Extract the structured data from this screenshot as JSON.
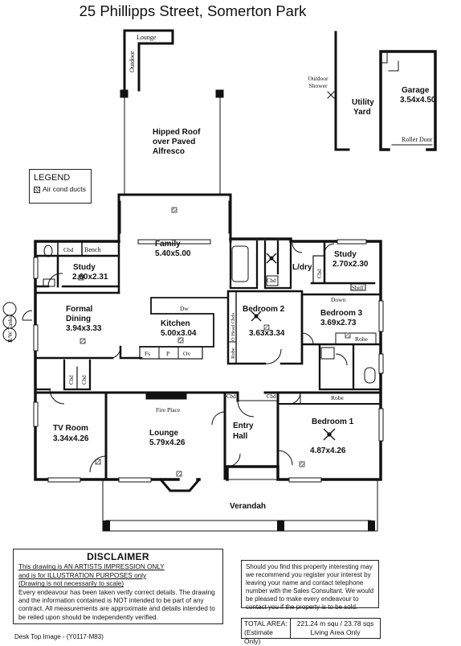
{
  "title": "25 Phillipps Street, Somerton Park",
  "legend": {
    "title": "LEGEND",
    "item": "Air cond ducts"
  },
  "rooms": {
    "lounge_out": "Lounge",
    "outdoor": "Outdoor",
    "alfresco": [
      "Hipped Roof",
      "over Paved",
      "Alfresco"
    ],
    "outdoor_shower": [
      "Outdoor",
      "Shower"
    ],
    "utility": [
      "Utility",
      "Yard"
    ],
    "garage": "Garage",
    "garage_dim": "3.54x4.50",
    "roller_door": "Roller Door",
    "family": "Family",
    "family_dim": "5.40x5.00",
    "study1": "Study",
    "study1_dim": "2.60x2.31",
    "bench": "Bench",
    "cbd": "Cbd",
    "formal_dining": [
      "Formal",
      "Dining"
    ],
    "formal_dim": "3.94x3.33",
    "kitchen": "Kitchen",
    "kitchen_dim": "5.00x3.04",
    "dw": "Dw",
    "fs": "Fs",
    "p": "P",
    "ov": "Ov",
    "bedroom2": "Bedroom 2",
    "bedroom2_dim": "3.63x3.34",
    "hcbds": "O Head Cbds",
    "robe": "Robe",
    "ldry": "L/dry",
    "study2": "Study",
    "study2_dim": "2.70x2.30",
    "down": "Down",
    "shelf": "Shelf",
    "bedroom3": "Bedroom 3",
    "bedroom3_dim": "3.69x2.73",
    "rw_tanks": "R/W Tanks",
    "tv_room": "TV Room",
    "tv_dim": "3.34x4.26",
    "fire_place": "Fire Place",
    "lounge": "Lounge",
    "lounge_dim": "5.79x4.26",
    "entry": [
      "Entry",
      "Hall"
    ],
    "bedroom1": "Bedroom 1",
    "bedroom1_dim": "4.87x4.26",
    "verandah": "Verandah"
  },
  "disclaimer": {
    "title": "DISCLAIMER",
    "line1": "This drawing is AN ARTISTS IMPRESSION ONLY",
    "line2": "and is for ILLUSTRATION PURPOSES only",
    "line3": "(Drawing is not necessarily to scale)",
    "body": "Every endeavour has been taken verify correct details. The drawing and the information contained is NOT intended to be part of any contract. All measurements are approximate and details intended to be relied upon should be independently verified."
  },
  "contact_note": "Should you find this property interesting may we recommend you register your interest by leaving your name and contact telephone number with the Sales Consultant. We would be pleased to make every endeavour to contact you if the property is to be sold.",
  "total_area": {
    "label1": "TOTAL AREA:",
    "label2": "(Estimate Only)",
    "value": "221.24 m squ / 23.78 sqs",
    "sub": "Living Area Only"
  },
  "footer": "Desk Top Image - (Y0117-M83)"
}
